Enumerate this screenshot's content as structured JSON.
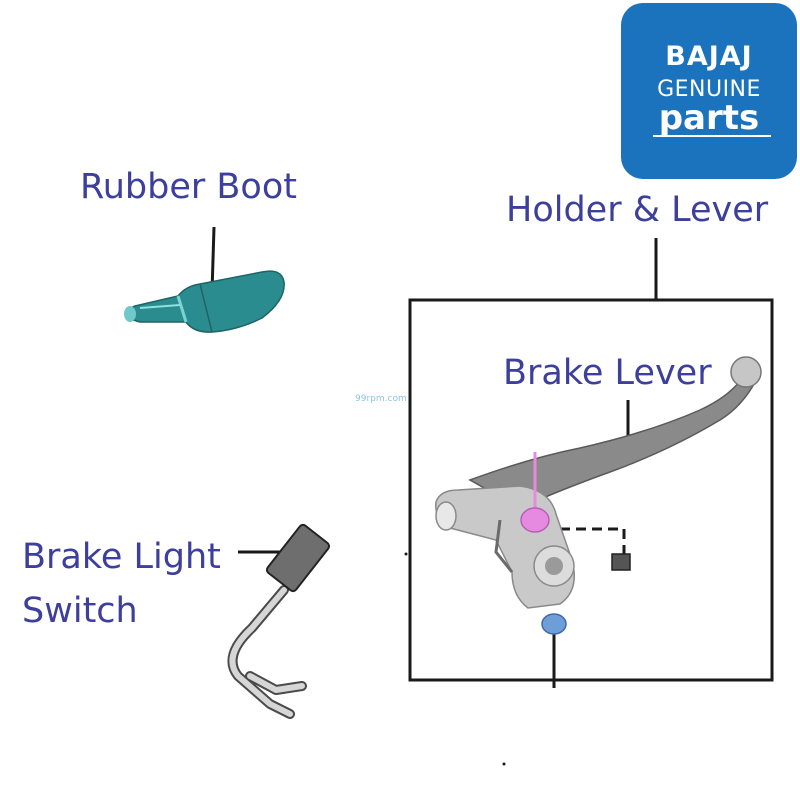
{
  "labels": {
    "rubber_boot": "Rubber Boot",
    "holder_lever": "Holder & Lever",
    "brake_lever": "Brake Lever",
    "brake_light_switch_line1": "Brake Light",
    "brake_light_switch_line2": "Switch"
  },
  "logo": {
    "brand": "BAJAJ",
    "line2": "GENUINE",
    "line3": "parts",
    "background_color": "#1b73bd"
  },
  "watermark": "99rpm.com",
  "colors": {
    "label_text": "#3c3f9c",
    "rubber_boot": "#2a8c8f",
    "brake_lever": "#8a8a8a",
    "holder": "#c9c9c9",
    "switch_body": "#6e6e6e",
    "bolt_pink": "#e58ae0",
    "screw_blue": "#6e9ed8"
  }
}
